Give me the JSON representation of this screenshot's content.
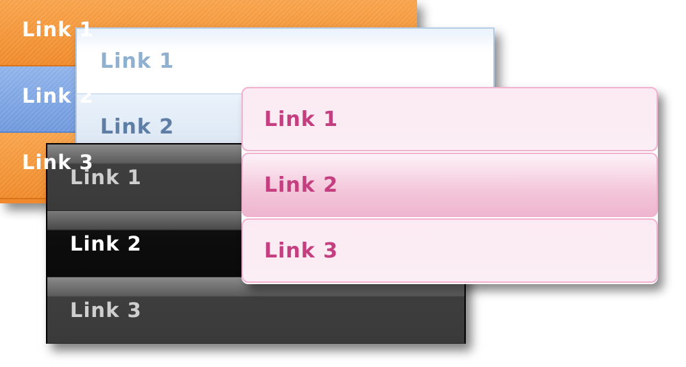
{
  "menus": {
    "orange": {
      "items": [
        {
          "label": "Link 1"
        },
        {
          "label": "Link 2"
        },
        {
          "label": "Link 3"
        }
      ]
    },
    "blue": {
      "items": [
        {
          "label": "Link 1"
        },
        {
          "label": "Link 2"
        }
      ]
    },
    "dark": {
      "items": [
        {
          "label": "Link 1"
        },
        {
          "label": "Link 2"
        },
        {
          "label": "Link 3"
        }
      ]
    },
    "pink": {
      "items": [
        {
          "label": "Link 1"
        },
        {
          "label": "Link 2"
        },
        {
          "label": "Link 3"
        }
      ]
    }
  },
  "colors": {
    "orange": "#f08a2c",
    "orange_active": "#7fa6e3",
    "blue_text": "#8fb0cf",
    "blue_active_text": "#5f7ea6",
    "dark_bg": "#3a3a3a",
    "dark_active_text": "#ffffff",
    "pink_text": "#c33f7f",
    "pink_border": "#f0b2cf"
  }
}
